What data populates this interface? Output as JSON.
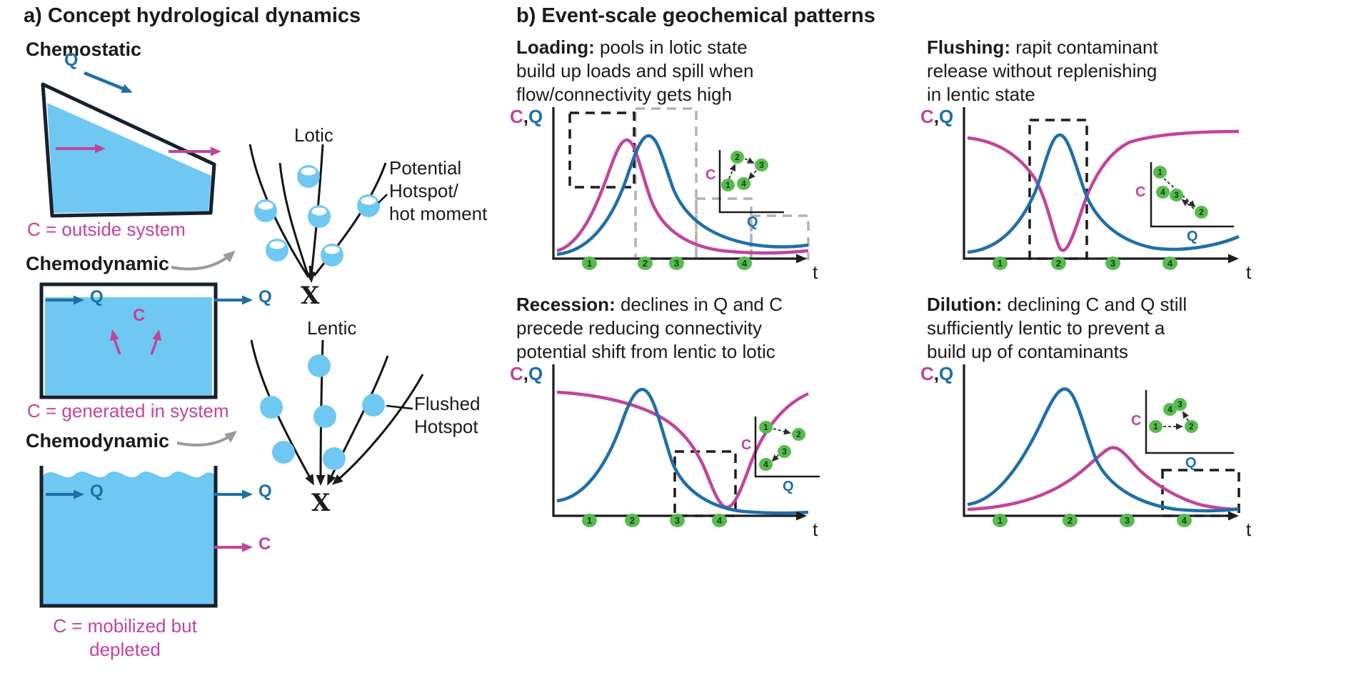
{
  "panel_a": {
    "title": "a) Concept hydrological dynamics",
    "chemostatic": {
      "label": "Chemostatic",
      "q_label": "Q",
      "caption": "C = outside system"
    },
    "chemodynamic1": {
      "label": "Chemodynamic",
      "q_in": "Q",
      "q_out": "Q",
      "c_label": "C",
      "caption": "C = generated in system"
    },
    "chemodynamic2": {
      "label": "Chemodynamic",
      "q_in": "Q",
      "q_out": "Q",
      "c_out": "C",
      "caption_line1": "C = mobilized but",
      "caption_line2": "depleted"
    },
    "lotic": {
      "label": "Lotic",
      "annotation_lines": [
        "Potential",
        "Hotspot/",
        "hot moment"
      ],
      "x_symbol": "X"
    },
    "lentic": {
      "label": "Lentic",
      "annotation_lines": [
        "Flushed",
        "Hotspot"
      ],
      "x_symbol": "X"
    }
  },
  "panel_b": {
    "title": "b) Event-scale geochemical patterns",
    "axis": {
      "c": "C",
      "comma": ",",
      "q": "Q",
      "t": "t"
    },
    "inset_axis": {
      "c": "C",
      "q": "Q"
    },
    "markers": [
      "1",
      "2",
      "3",
      "4"
    ],
    "plots": [
      {
        "lead": "Loading:",
        "line1": " pools in lotic state",
        "line2": "build up loads and spill when",
        "line3": "flow/connectivity gets high"
      },
      {
        "lead": "Flushing:",
        "line1": " rapit contaminant",
        "line2": "release without replenishing",
        "line3": "in lentic state"
      },
      {
        "lead": "Recession:",
        "line1": " declines in Q and C",
        "line2": "precede reducing connectivity",
        "line3": "potential shift from lentic to lotic"
      },
      {
        "lead": "Dilution:",
        "line1": " declining C and Q still",
        "line2": "sufficiently lentic to prevent a",
        "line3": "build up of contaminants"
      }
    ]
  },
  "colors": {
    "blue": "#1e6fa9",
    "magenta": "#c2449c",
    "green": "#58bb4f",
    "water": "#6fc8f1",
    "outline": "#16202e",
    "gray_dash": "#b3b3b3",
    "dark": "#1c1c1c"
  }
}
